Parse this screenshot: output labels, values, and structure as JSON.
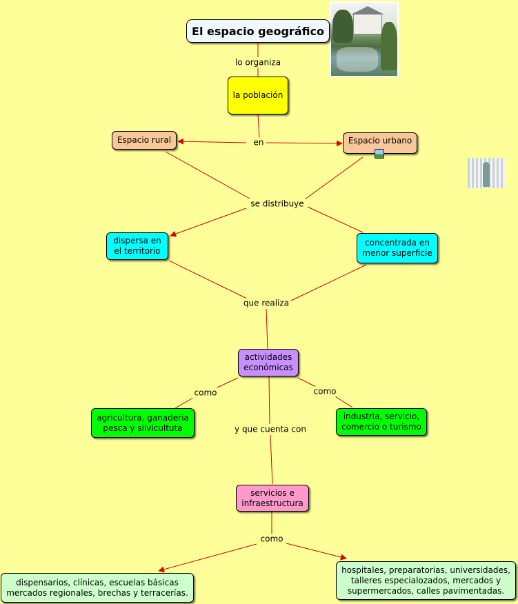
{
  "colors": {
    "background": "#ffff99",
    "line": "#cc0000",
    "arrow": "#dd0000",
    "title_fill": "#f0f8ff",
    "poblacion_fill": "#ffff00",
    "espacio_fill": "#f8c898",
    "distribucion_fill": "#00ffff",
    "actividades_fill": "#c890ff",
    "sector_fill": "#00ff00",
    "servicios_fill": "#ff99cc",
    "equipamiento_fill": "#ccffcc"
  },
  "nodes": {
    "title": "El espacio geográfico",
    "poblacion": "la población",
    "rural": "Espacio rural",
    "urbano": "Espacio urbano",
    "dispersa": "dispersa en\nel territorio",
    "concentrada": "concentrada en\nmenor superficie",
    "actividades": "actividades\neconómicas",
    "primario": "agricultura, ganaderia\npesca y silvicultuta",
    "secundario": "industria, servicio,\ncomercio o turismo",
    "servicios": "servicios e\ninfraestructura",
    "rural_servicios": "dispensarios, clínicas, escuelas básicas\nmercados regionales, brechas y terracerías.",
    "urbano_servicios": "hospitales, preparatorias, universidades,\ntalleres especialozados, mercados y\nsupermercados, calles pavimentadas."
  },
  "links": {
    "organiza": "lo organiza",
    "en": "en",
    "distribuye": "se distribuye",
    "realiza": "que realiza",
    "como_left": "como",
    "como_right": "como",
    "cuenta": "y que cuenta con",
    "como_bottom": "como"
  },
  "images": {
    "title_photo": "house-photo",
    "poblacion_photo": "people-photo",
    "urbano_attachment": "image-icon"
  }
}
